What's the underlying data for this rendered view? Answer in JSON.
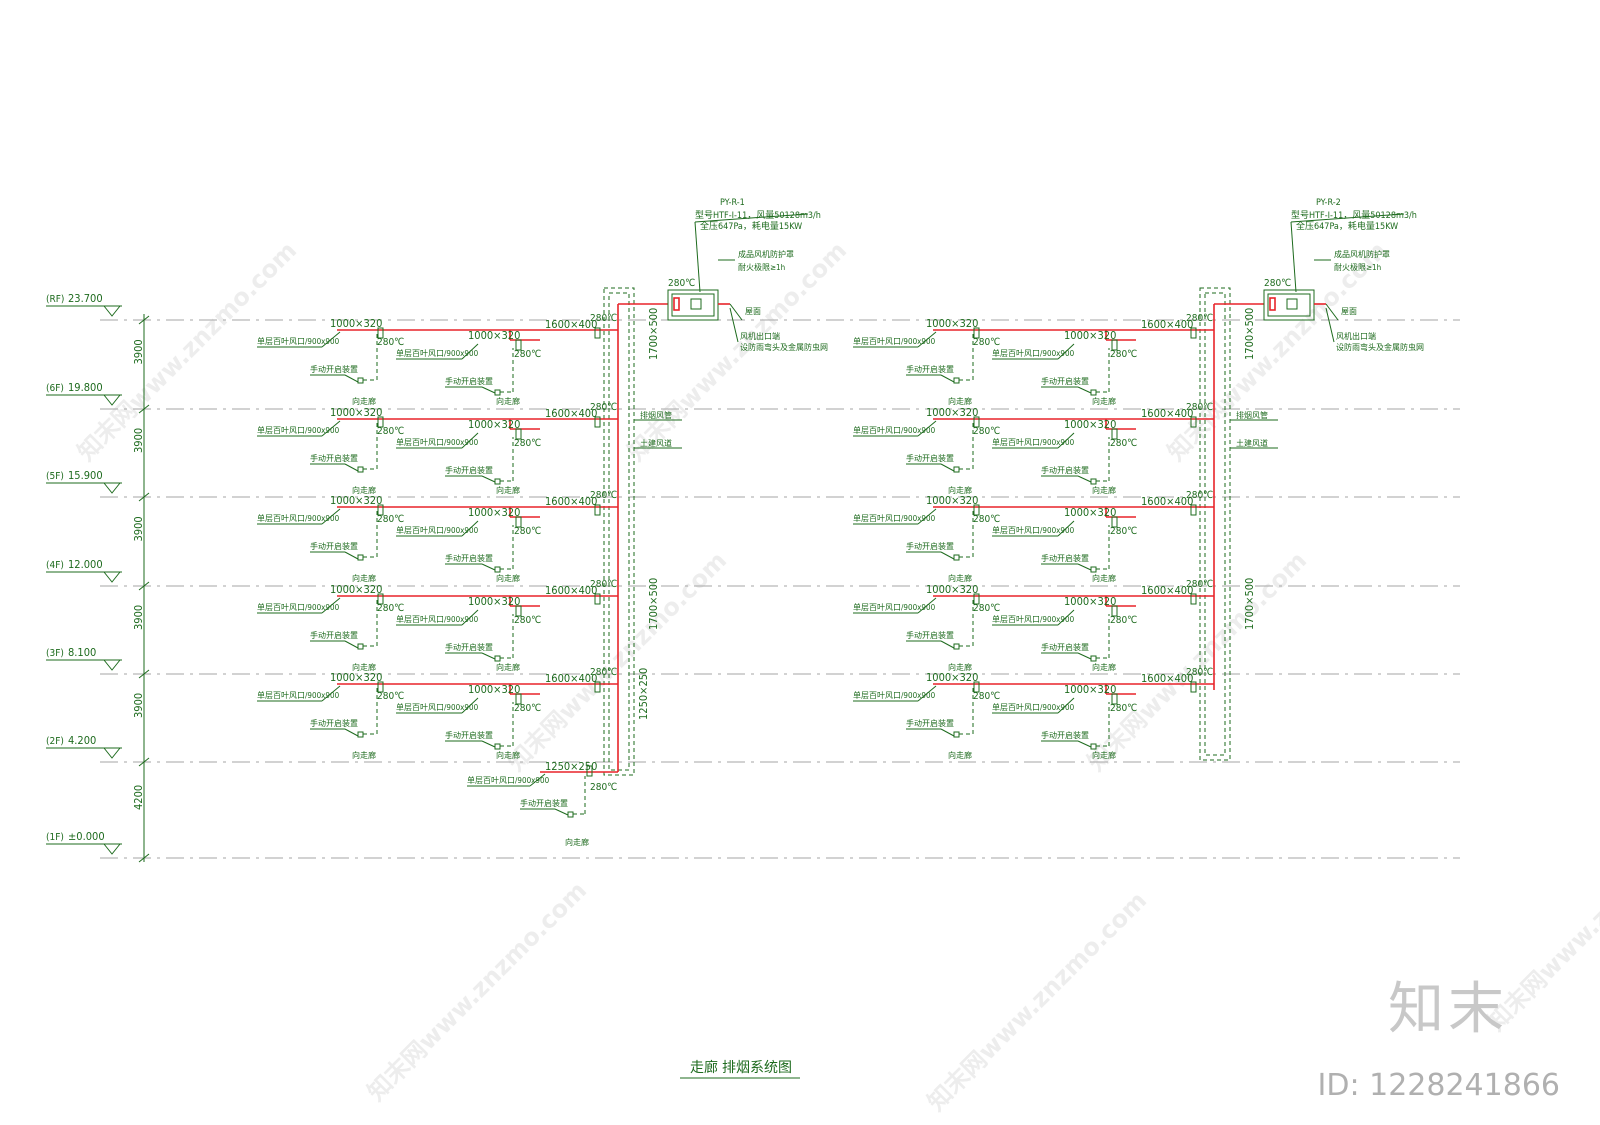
{
  "drawing_title": "走廊 排烟系统图",
  "watermark": {
    "brand": "知末",
    "id_label": "ID: 1228241866",
    "url_text": "知末网www.znzmo.com"
  },
  "levels": [
    {
      "tag": "(RF)",
      "elev": "23.700"
    },
    {
      "tag": "(6F)",
      "elev": "19.800"
    },
    {
      "tag": "(5F)",
      "elev": "15.900"
    },
    {
      "tag": "(4F)",
      "elev": "12.000"
    },
    {
      "tag": "(3F)",
      "elev": "8.100"
    },
    {
      "tag": "(2F)",
      "elev": "4.200"
    },
    {
      "tag": "(1F)",
      "elev": "±0.000"
    }
  ],
  "spacings": [
    "3900",
    "3900",
    "3900",
    "3900",
    "3900",
    "4200"
  ],
  "labels": {
    "duct_1000": "1000×320",
    "duct_1600": "1600×400",
    "duct_1250": "1250×250",
    "riser_1700": "1700×500",
    "riser_1250": "1250×250",
    "temp": "280℃",
    "inlet": "单层百叶风口/900x900",
    "manual": "手动开启装置",
    "corridor": "向走廊",
    "exhaust_duct": "排烟风管",
    "civil_shaft": "土建风道",
    "roof": "屋面",
    "fan_hood": "成品风机防护罩",
    "fire_rating": "耐火极限≥1h",
    "outlet_1": "风机出口端",
    "outlet_2": "设防雨弯头及金属防虫网"
  },
  "systems": [
    {
      "id": "PY-R-1",
      "spec1": "型号HTF-I-11，风量50128m3/h",
      "spec2": "全压647Pa，耗电量15KW"
    },
    {
      "id": "PY-R-2",
      "spec1": "型号HTF-I-11，风量50128m3/h",
      "spec2": "全压647Pa，耗电量15KW"
    }
  ]
}
